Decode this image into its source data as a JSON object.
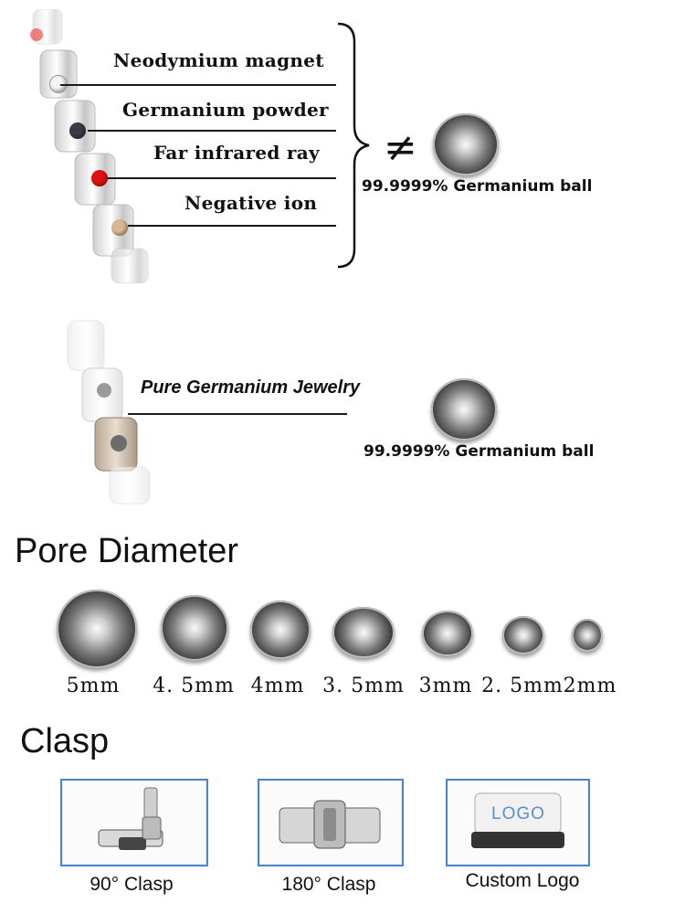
{
  "features": {
    "items": [
      {
        "label": "Neodymium magnet"
      },
      {
        "label": "Germanium powder"
      },
      {
        "label": "Far infrared ray"
      },
      {
        "label": "Negative ion"
      }
    ],
    "not_equal_symbol": "≠",
    "ball_caption": "99.9999% Germanium  ball"
  },
  "pure": {
    "label": "Pure Germanium Jewelry",
    "ball_caption": "99.9999% Germanium  ball"
  },
  "pore": {
    "title": "Pore Diameter",
    "sizes": [
      "5mm",
      "4. 5mm",
      "4mm",
      "3. 5mm",
      "3mm",
      "2. 5mm",
      "2mm"
    ]
  },
  "clasp": {
    "title": "Clasp",
    "items": [
      {
        "caption": "90° Clasp"
      },
      {
        "caption": "180° Clasp"
      },
      {
        "caption": "Custom Logo",
        "logo_text": "LOGO"
      }
    ]
  },
  "colors": {
    "bead_black": "#3a3a48",
    "bead_red": "#e01010",
    "bead_gold": "#d8b890",
    "frame_blue": "#4d86c8"
  }
}
